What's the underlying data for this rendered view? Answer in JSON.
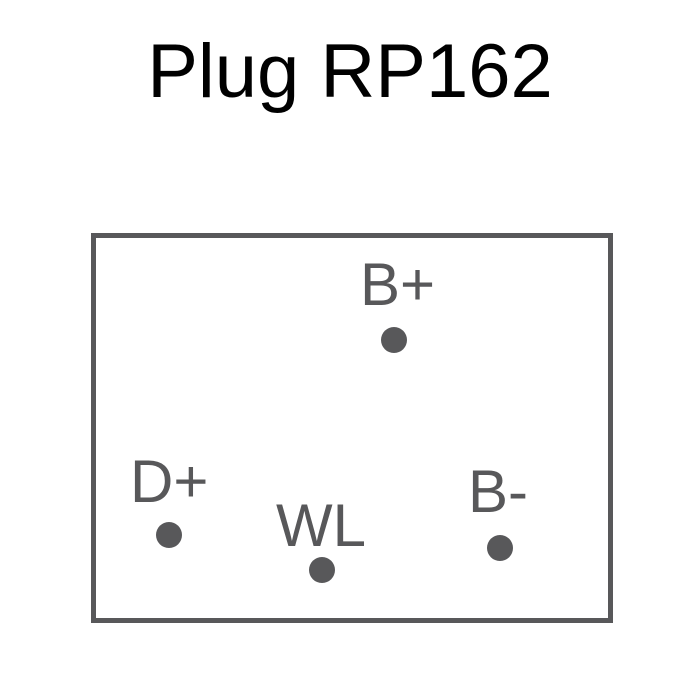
{
  "title": "Plug RP162",
  "colors": {
    "outline": "#58585a",
    "title_text": "#000000",
    "background": "#ffffff"
  },
  "pins": [
    {
      "id": "b-plus",
      "label": "B+"
    },
    {
      "id": "d-plus",
      "label": "D+"
    },
    {
      "id": "wl",
      "label": "WL"
    },
    {
      "id": "b-minus",
      "label": "B-"
    }
  ]
}
